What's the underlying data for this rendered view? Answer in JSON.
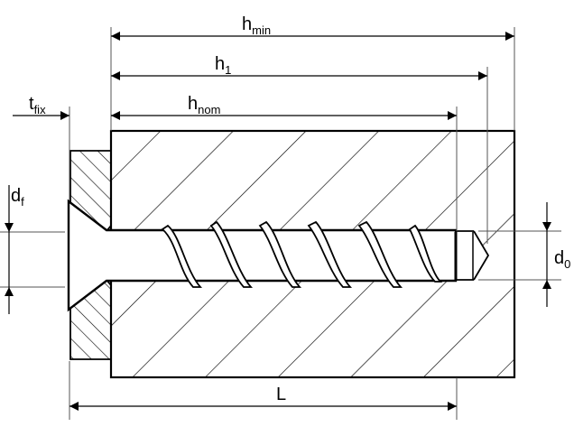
{
  "title": "Screw anchor installation dimensions",
  "labels": {
    "h_min": {
      "main": "h",
      "sub": "min"
    },
    "h_1": {
      "main": "h",
      "sub": "1"
    },
    "h_nom": {
      "main": "h",
      "sub": "nom"
    },
    "t_fix": {
      "main": "t",
      "sub": "fix"
    },
    "d_f": {
      "main": "d",
      "sub": "f"
    },
    "d_0": {
      "main": "d",
      "sub": "0"
    },
    "L": {
      "main": "L"
    }
  },
  "colors": {
    "line": "#000000",
    "background": "#ffffff",
    "thin": "#555555"
  }
}
